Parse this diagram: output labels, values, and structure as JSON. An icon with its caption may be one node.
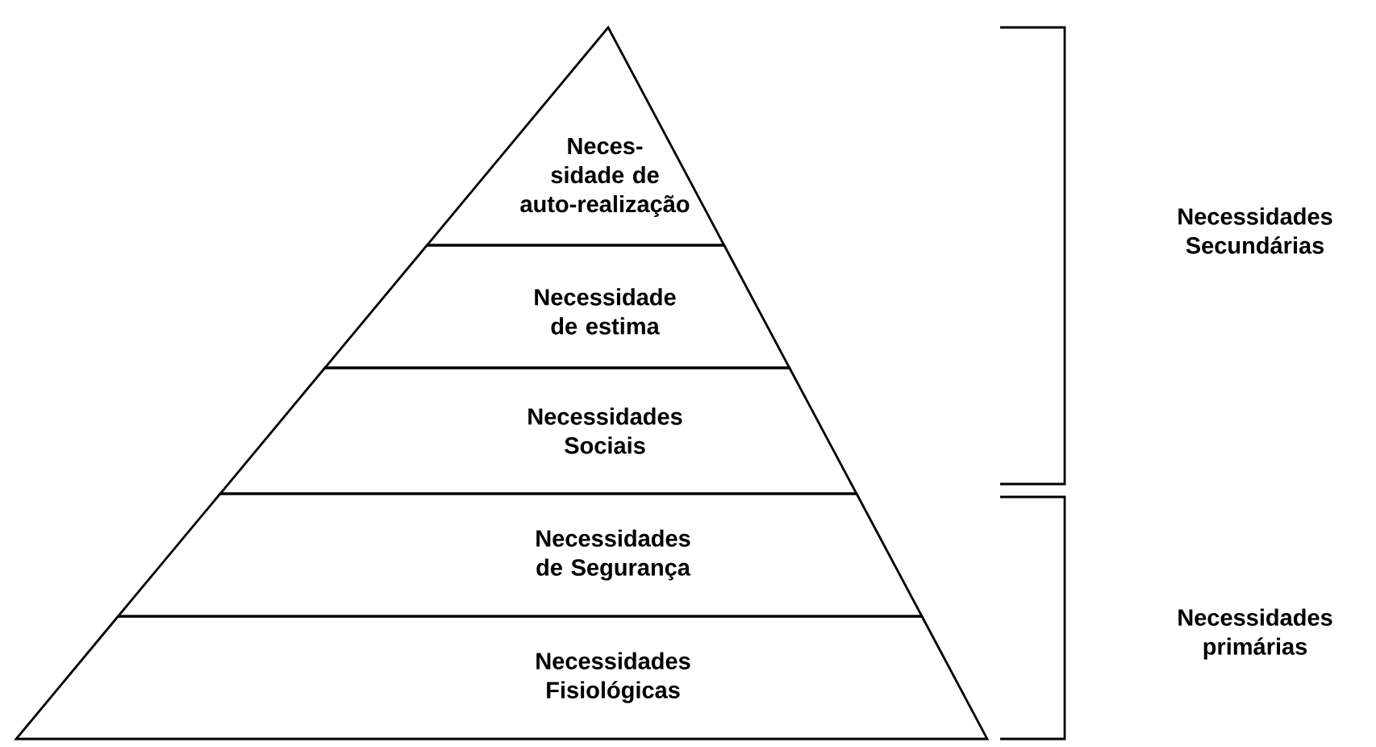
{
  "diagram": {
    "nodes": [
      {
        "text": [
          "Neces-sidade de auto-realização"
        ]
      },
      {
        "text": [
          "Necessidade de estima"
        ]
      },
      {
        "text": [
          "Necessidades Sociais"
        ]
      },
      {
        "text": [
          "Necessidades de Segurança"
        ]
      },
      {
        "text": [
          "Necessidades Fisiológicas"
        ]
      }
    ],
    "labels": [
      "Necessidades Secundárias",
      "Necessidades primárias"
    ]
  }
}
